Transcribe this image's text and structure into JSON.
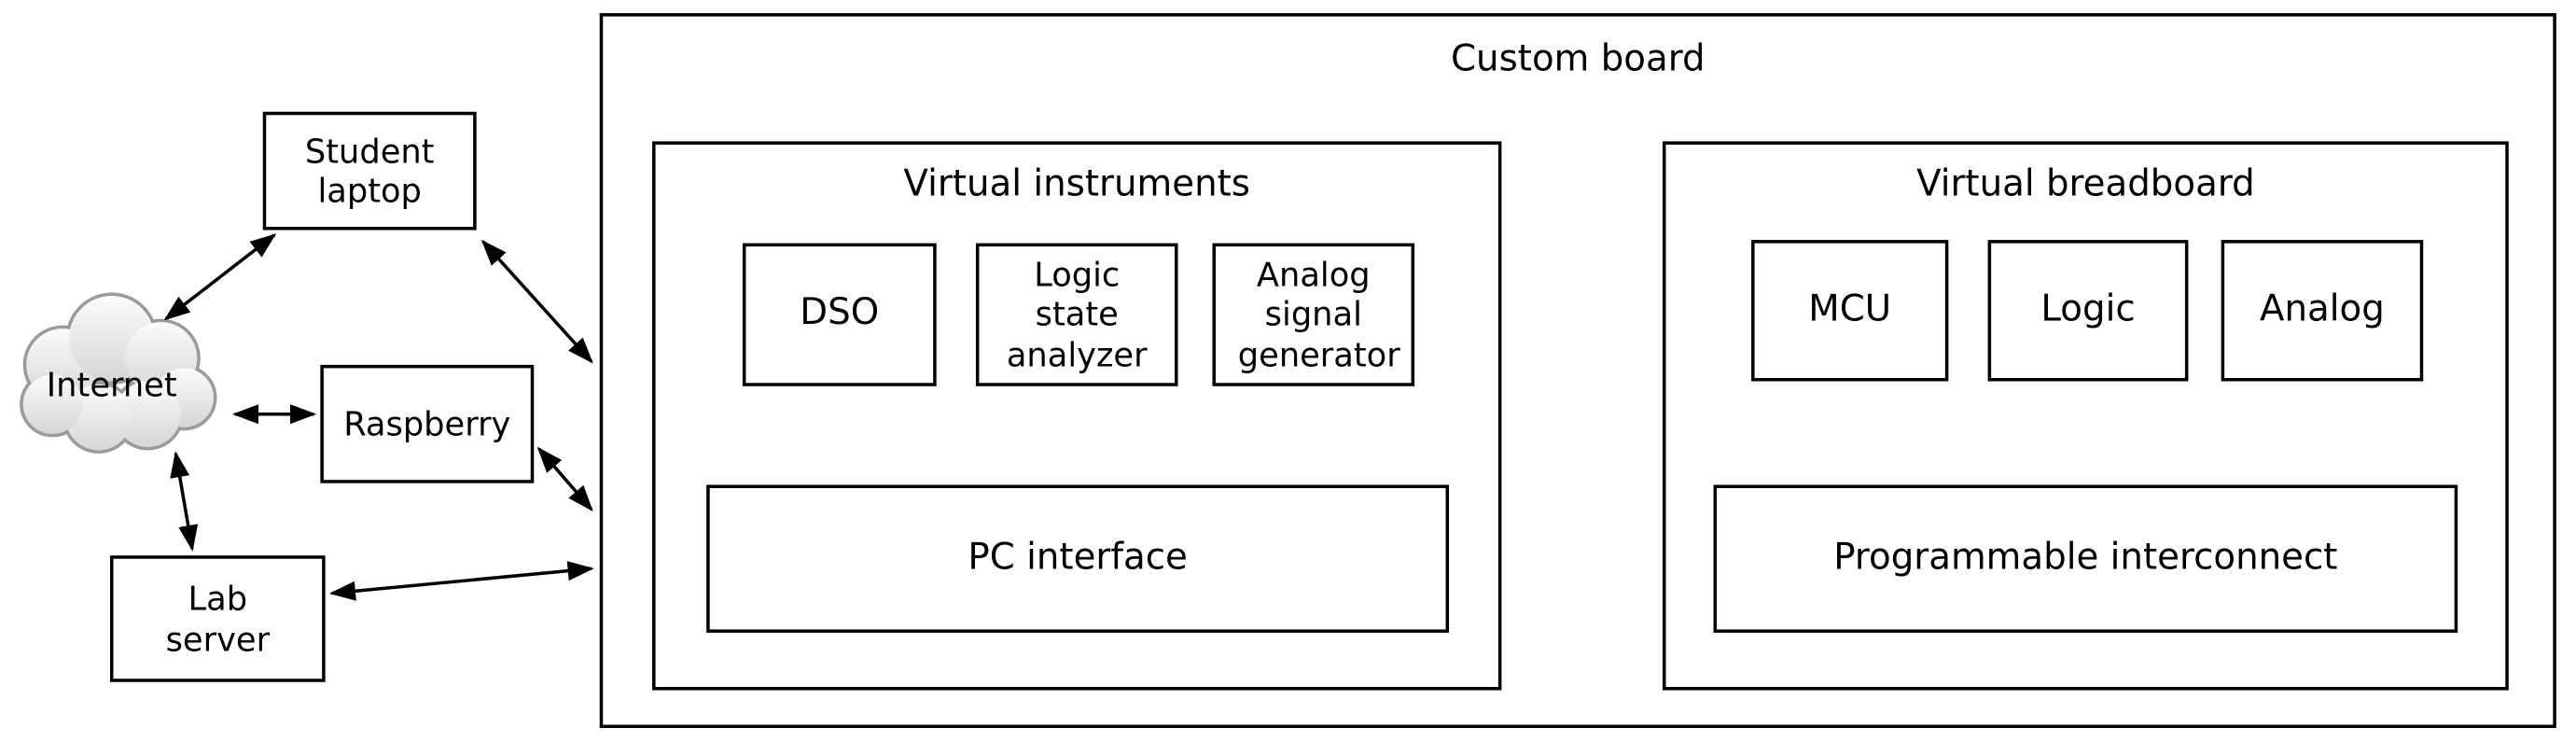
{
  "nodes": {
    "internet": {
      "label": "Internet"
    },
    "student_laptop": {
      "label": "Student laptop"
    },
    "raspberry": {
      "label": "Raspberry"
    },
    "lab_server": {
      "label": "Lab server"
    },
    "custom_board": {
      "title": "Custom board"
    },
    "virtual_instruments": {
      "title": "Virtual instruments"
    },
    "dso": {
      "label": "DSO"
    },
    "logic_state_analyzer": {
      "label": "Logic state analyzer"
    },
    "analog_signal_generator": {
      "label": "Analog signal generator"
    },
    "pc_interface": {
      "label": "PC interface"
    },
    "virtual_breadboard": {
      "title": "Virtual breadboard"
    },
    "mcu": {
      "label": "MCU"
    },
    "logic": {
      "label": "Logic"
    },
    "analog": {
      "label": "Analog"
    },
    "programmable_interconnect": {
      "label": "Programmable interconnect"
    }
  },
  "edges": [
    {
      "from": "internet",
      "to": "student_laptop",
      "type": "bidirectional"
    },
    {
      "from": "internet",
      "to": "raspberry",
      "type": "bidirectional"
    },
    {
      "from": "internet",
      "to": "lab_server",
      "type": "bidirectional"
    },
    {
      "from": "student_laptop",
      "to": "custom_board",
      "type": "bidirectional"
    },
    {
      "from": "raspberry",
      "to": "custom_board",
      "type": "bidirectional"
    },
    {
      "from": "lab_server",
      "to": "custom_board",
      "type": "bidirectional"
    },
    {
      "from": "virtual_instruments",
      "to": "virtual_breadboard",
      "type": "bidirectional"
    },
    {
      "from": "dso",
      "to": "pc_interface",
      "type": "bidirectional"
    },
    {
      "from": "logic_state_analyzer",
      "to": "pc_interface",
      "type": "bidirectional"
    },
    {
      "from": "analog_signal_generator",
      "to": "pc_interface",
      "type": "bidirectional"
    },
    {
      "from": "mcu",
      "to": "programmable_interconnect",
      "type": "bidirectional"
    },
    {
      "from": "logic",
      "to": "programmable_interconnect",
      "type": "bidirectional"
    },
    {
      "from": "analog",
      "to": "programmable_interconnect",
      "type": "bidirectional"
    }
  ],
  "colors": {
    "line": "#000000",
    "box_border": "#000000",
    "background": "#ffffff",
    "cloud_outline": "#9b9b9b"
  }
}
